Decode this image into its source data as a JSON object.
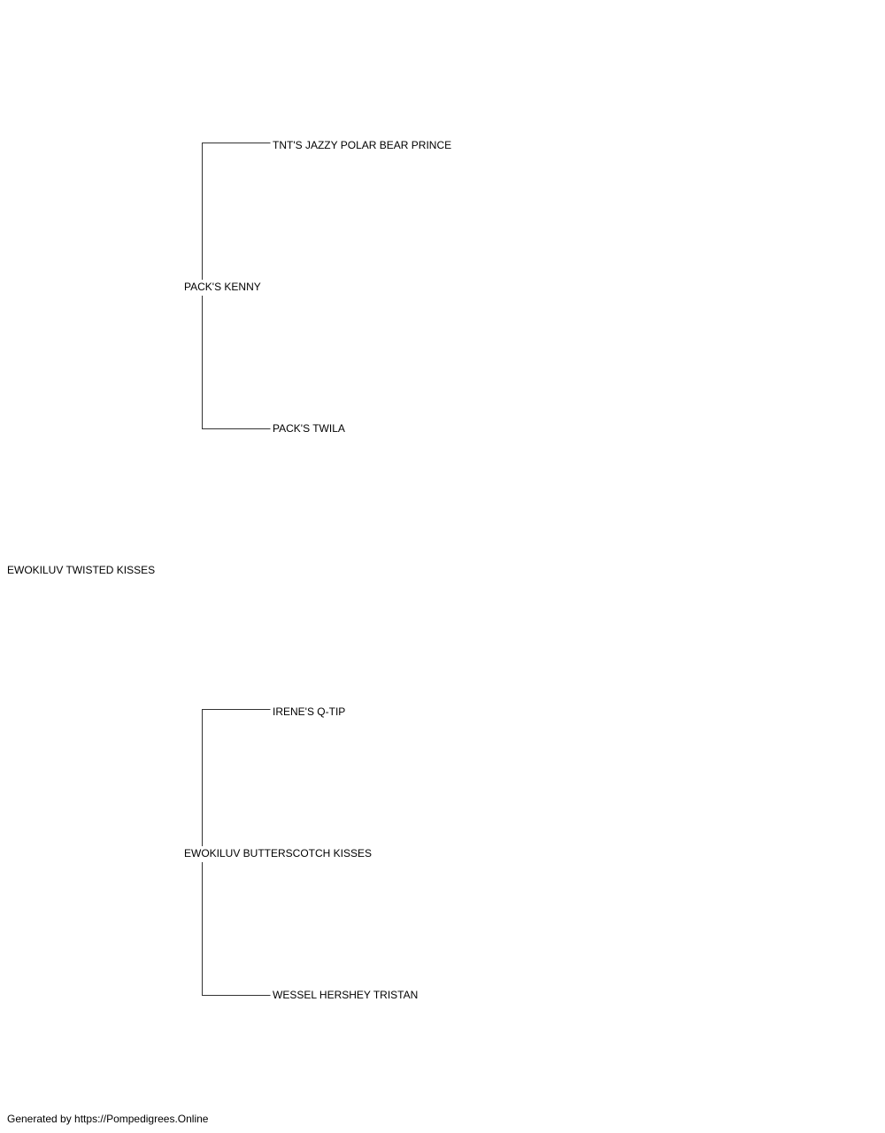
{
  "pedigree": {
    "subject": "EWOKILUV TWISTED KISSES",
    "sire": {
      "name": "PACK'S KENNY",
      "sire": "TNT'S JAZZY POLAR BEAR PRINCE",
      "dam": "PACK'S TWILA"
    },
    "dam": {
      "name": "EWOKILUV BUTTERSCOTCH KISSES",
      "sire": "IRENE'S Q-TIP",
      "dam": "WESSEL HERSHEY TRISTAN"
    }
  },
  "footer": {
    "credit": "Generated by https://Pompedigrees.Online"
  }
}
